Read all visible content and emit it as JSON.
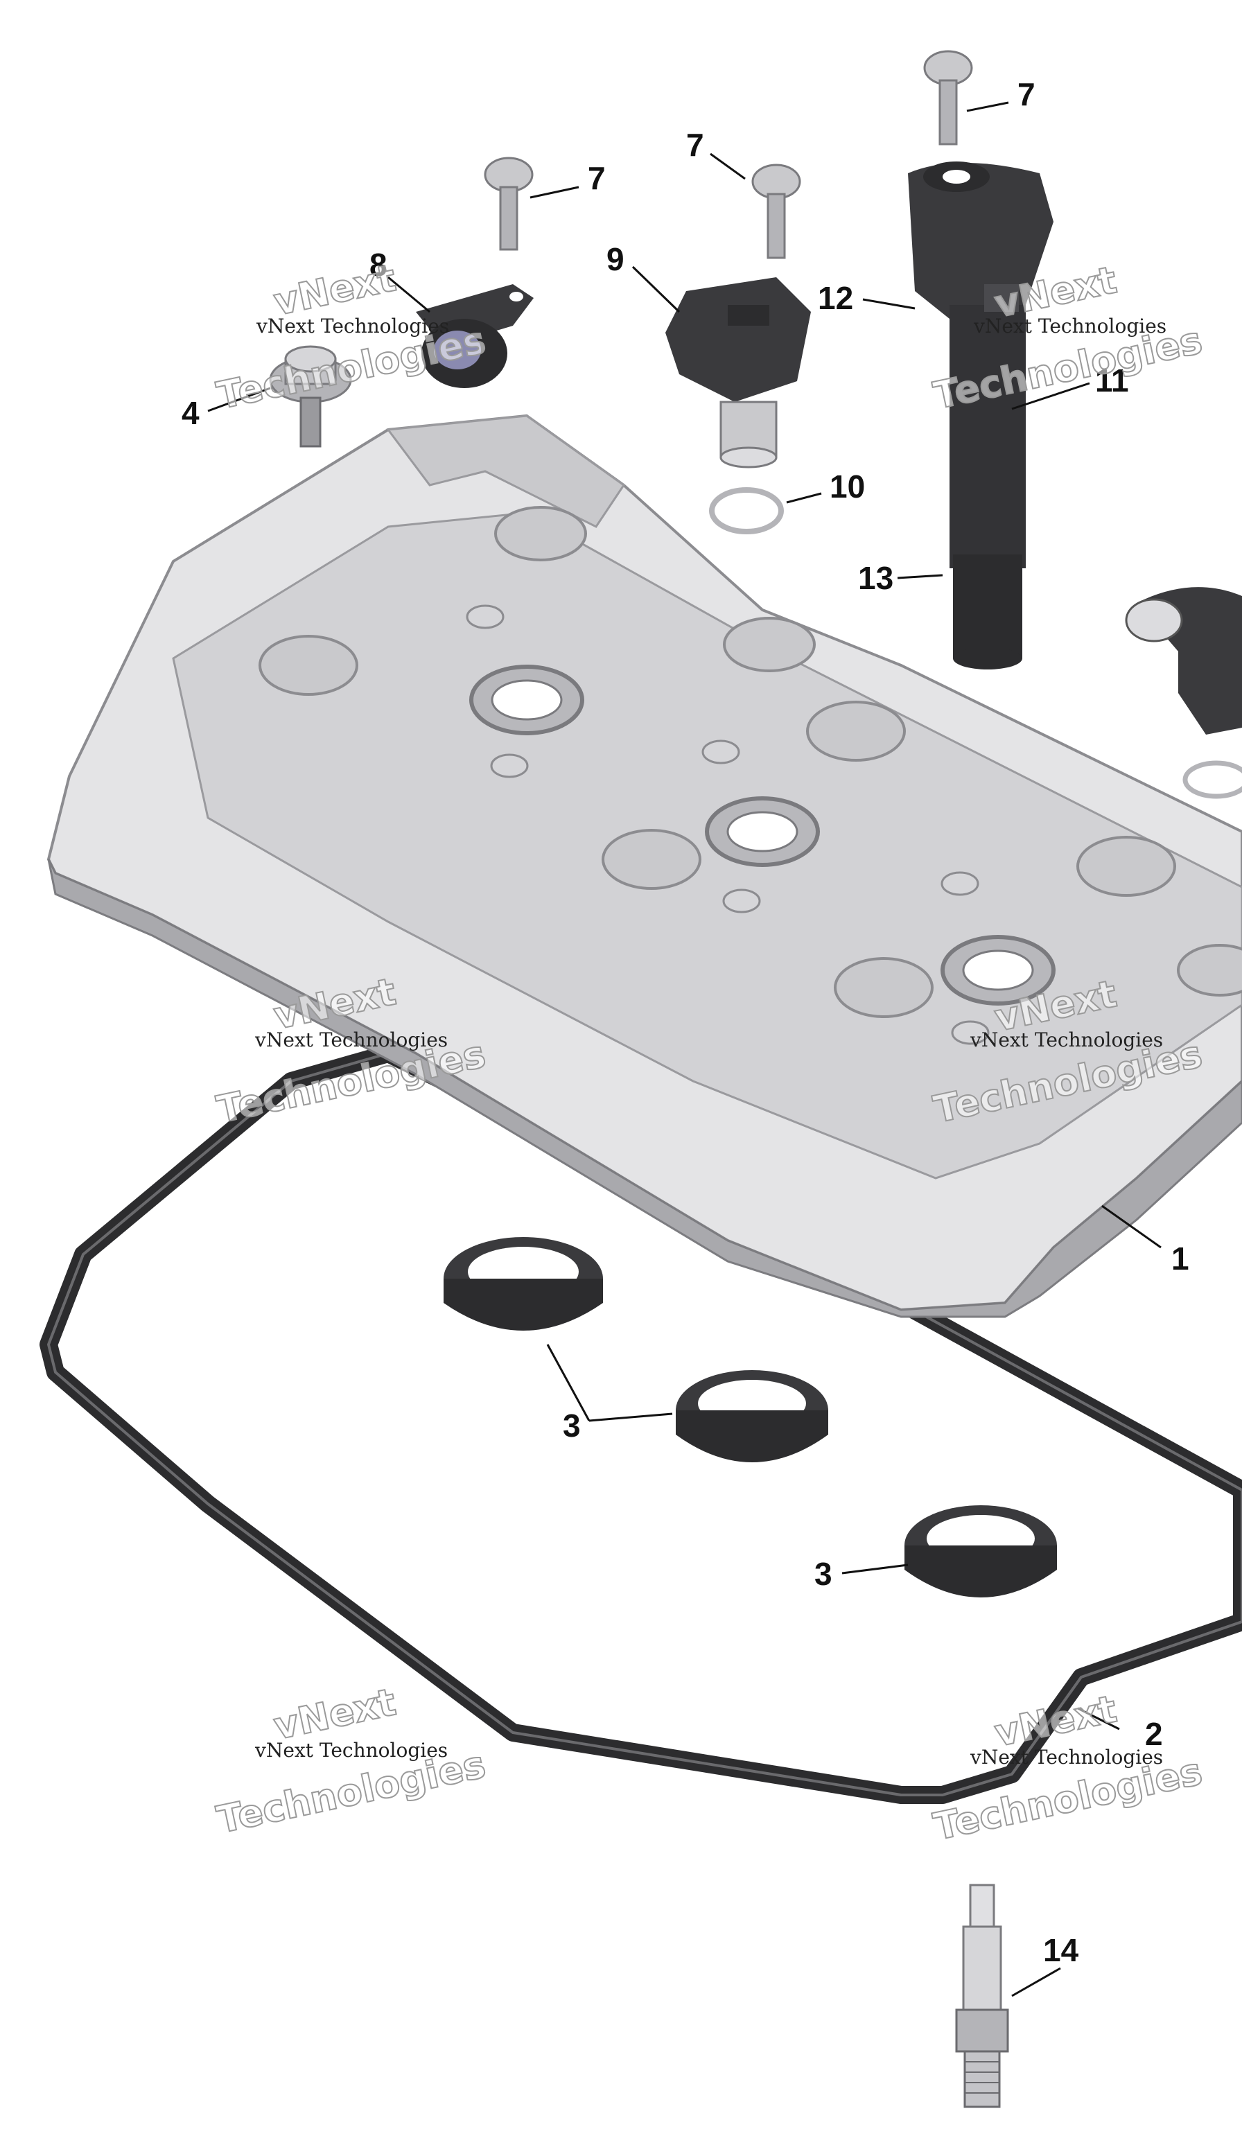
{
  "callouts": {
    "c1": "1",
    "c2": "2",
    "c3a": "3",
    "c3b": "3",
    "c4": "4",
    "c7a": "7",
    "c7b": "7",
    "c7c": "7",
    "c8": "8",
    "c9": "9",
    "c10": "10",
    "c11": "11",
    "c12": "12",
    "c13": "13",
    "c14": "14"
  },
  "watermark": {
    "brand": "vNext Technologies",
    "word1": "vNext",
    "word2": "Technologies"
  },
  "colors": {
    "cover_light": "#e4e4e6",
    "cover_mid": "#c9c9cc",
    "cover_dark": "#a9a9ad",
    "coil": "#3a3a3d",
    "gasket": "#2c2c2e",
    "ink": "#111111"
  }
}
